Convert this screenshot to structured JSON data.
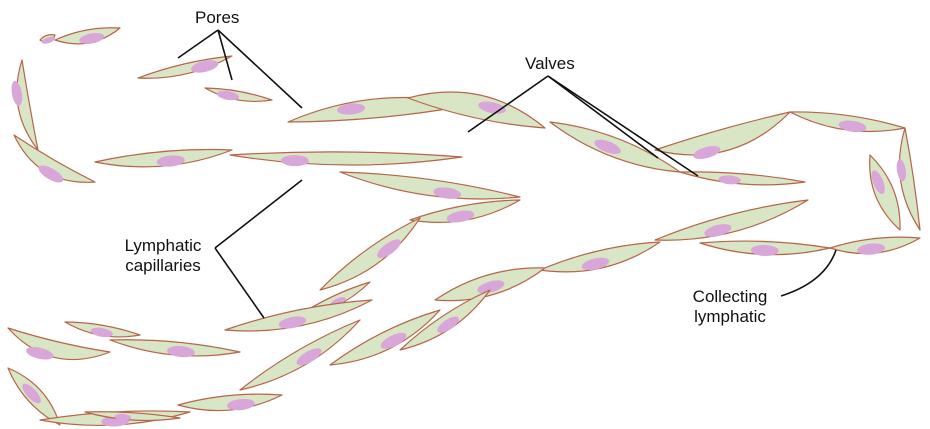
{
  "labels": {
    "pores": "Pores",
    "valves": "Valves",
    "lymphatic_capillaries": [
      "Lymphatic",
      "capillaries"
    ],
    "collecting_lymphatic": [
      "Collecting",
      "lymphatic"
    ]
  },
  "colors": {
    "cell_fill": "#d9e6c6",
    "cell_outline": "#b5654a",
    "nucleus": "#d9a6d9",
    "leader_line": "#111111",
    "background": "#ffffff"
  }
}
